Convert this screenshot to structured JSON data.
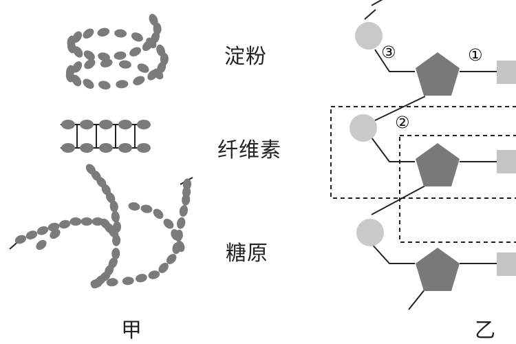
{
  "panel_a": {
    "caption": "甲",
    "polysaccharides": [
      {
        "name": "淀粉",
        "structure": "coiled"
      },
      {
        "name": "纤维素",
        "structure": "linear-ladder"
      },
      {
        "name": "糖原",
        "structure": "branched"
      }
    ]
  },
  "panel_b": {
    "caption": "乙",
    "bond_markers": [
      "①",
      "②",
      "③"
    ]
  },
  "colors": {
    "bead": "#7b7b7b",
    "pentose": "#7a7a7a",
    "phosphate": "#c9c9c9",
    "base": "#c4c4c4",
    "line": "#222222"
  }
}
